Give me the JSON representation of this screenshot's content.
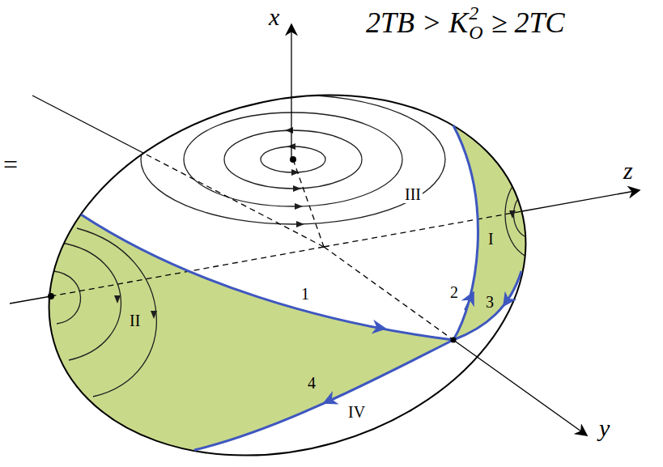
{
  "diagram": {
    "labels": [
      "x",
      "2TB > K",
      "2",
      "O",
      "≥ 2TC",
      "=",
      "III",
      "z",
      "I",
      "2",
      "1",
      "3",
      "II",
      "4",
      "IV",
      "y"
    ]
  }
}
